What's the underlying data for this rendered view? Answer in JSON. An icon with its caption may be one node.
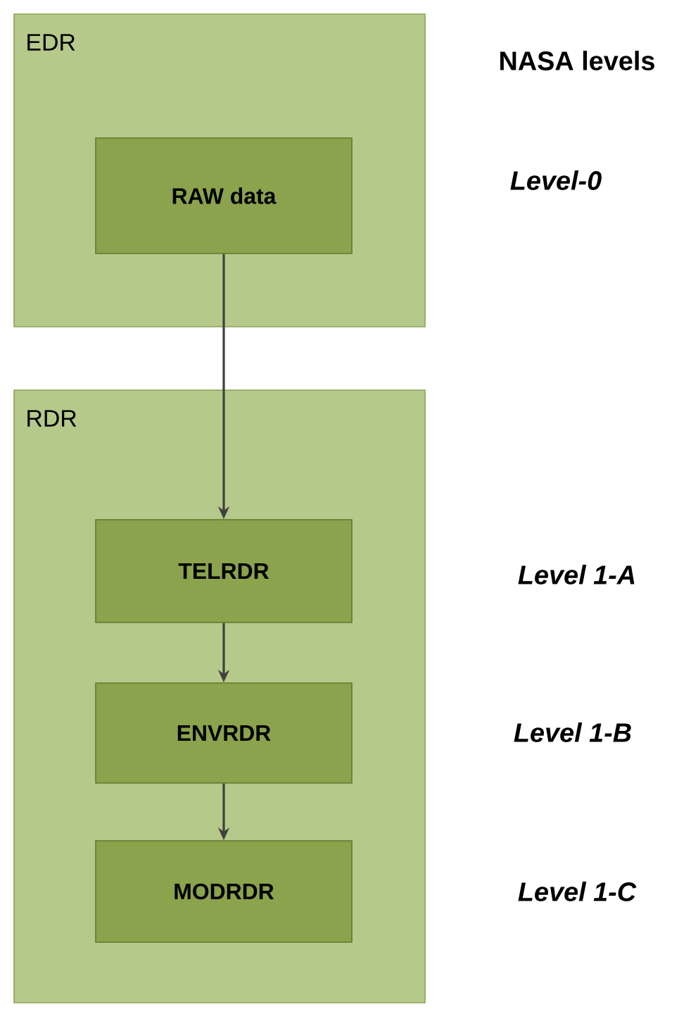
{
  "diagram": {
    "nodes": [
      {
        "text": [
          "EDR"
        ]
      },
      {
        "text": [
          "RAW data"
        ],
        "in": 0
      },
      {
        "text": [
          "RDR"
        ]
      },
      {
        "text": [
          "TELRDR"
        ],
        "in": 2
      },
      {
        "text": [
          "ENVRDR"
        ],
        "in": 2
      },
      {
        "text": [
          "MODRDR"
        ],
        "in": 2
      }
    ],
    "edges": [
      {
        "from": 1,
        "to": 3,
        "arrow": "to"
      },
      {
        "from": 3,
        "to": 4,
        "arrow": "to"
      },
      {
        "from": 4,
        "to": 5,
        "arrow": "to"
      }
    ],
    "labels": [
      "NASA levels",
      "Level-0",
      "Level 1-A",
      "Level 1-B",
      "Level 1-C"
    ]
  }
}
